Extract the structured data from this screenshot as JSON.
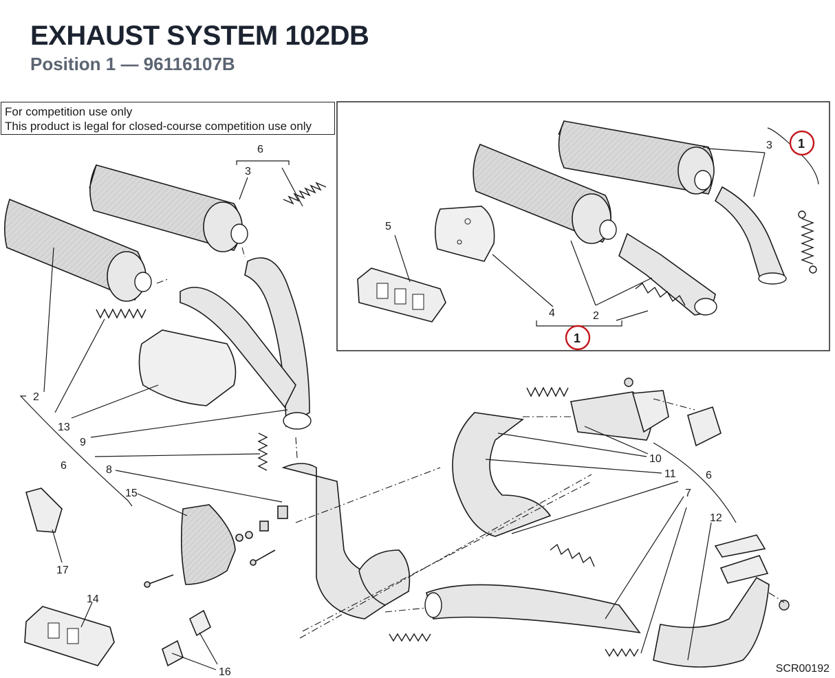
{
  "header": {
    "title": "EXHAUST SYSTEM 102DB",
    "subtitle": "Position 1 — 96116107B"
  },
  "notice": {
    "line1": "For competition use only",
    "line2": "This product is legal for closed-course competition use only"
  },
  "inset": {
    "labels": {
      "p3": "3",
      "p5": "5",
      "p4": "4",
      "p2": "2"
    },
    "ref_top": "1",
    "ref_bottom": "1"
  },
  "main": {
    "labels": {
      "p6_top": "6",
      "p3": "3",
      "p2": "2",
      "p13": "13",
      "p9": "9",
      "p6_left": "6",
      "p8": "8",
      "p15": "15",
      "p17": "17",
      "p14": "14",
      "p16": "16",
      "p10": "10",
      "p11": "11",
      "p6_right": "6",
      "p7": "7",
      "p12": "12"
    }
  },
  "drawing_code": "SCR00192",
  "colors": {
    "ink": "#1a1a1a",
    "muffler_fill": "#d9d9d9",
    "pipe_fill": "#e6e6e6",
    "title": "#1c2330",
    "subtitle": "#5b6472",
    "ref_ring": "#c4161c"
  }
}
